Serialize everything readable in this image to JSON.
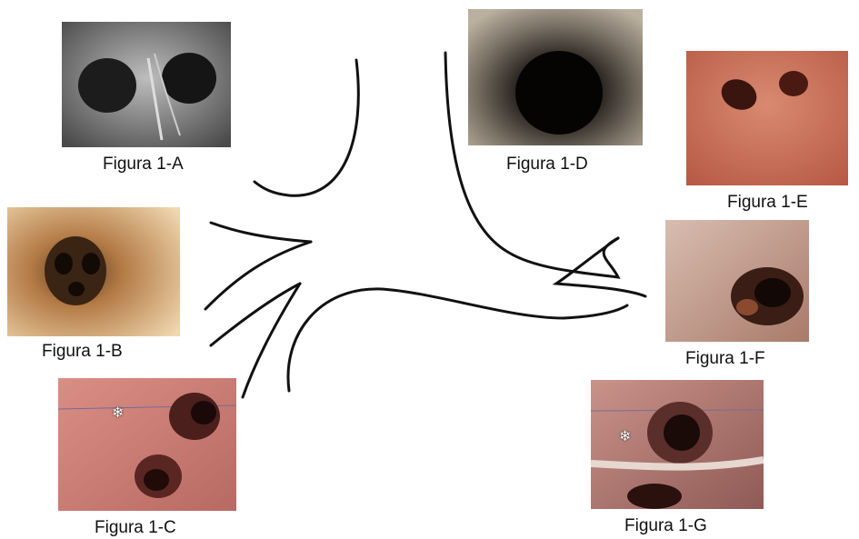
{
  "figures": [
    {
      "id": "A",
      "caption": "Figura 1-A",
      "palette": "grayscale"
    },
    {
      "id": "B",
      "caption": "Figura 1-B",
      "palette": "warm-tan"
    },
    {
      "id": "C",
      "caption": "Figura 1-C",
      "palette": "pink",
      "marker": "❄"
    },
    {
      "id": "D",
      "caption": "Figura 1-D",
      "palette": "gray-brown"
    },
    {
      "id": "E",
      "caption": "Figura 1-E",
      "palette": "salmon"
    },
    {
      "id": "F",
      "caption": "Figura 1-F",
      "palette": "pale-pink"
    },
    {
      "id": "G",
      "caption": "Figura 1-G",
      "palette": "mauve",
      "marker": "❄"
    }
  ],
  "colors": {
    "line": "#111111",
    "background": "#ffffff"
  }
}
